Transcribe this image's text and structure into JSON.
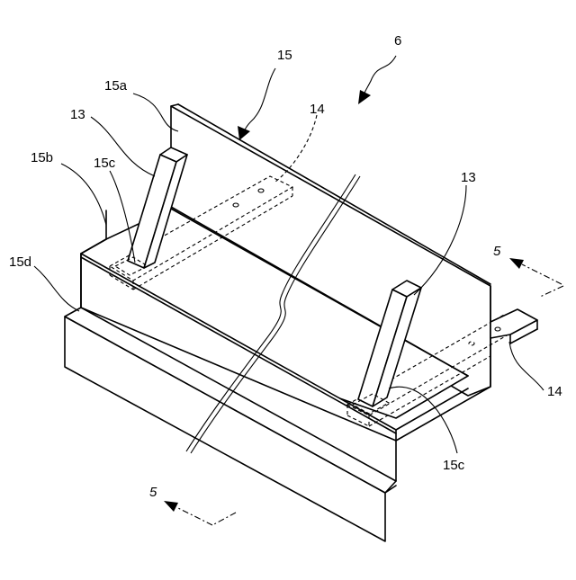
{
  "labels": {
    "l6": "6",
    "l15": "15",
    "l15a": "15a",
    "l14_top": "14",
    "l13_left": "13",
    "l15c_left": "15c",
    "l15b": "15b",
    "l15d": "15d",
    "l13_right": "13",
    "l5_right": "5",
    "l14_right": "14",
    "l15c_right": "15c",
    "l5_left": "5"
  }
}
